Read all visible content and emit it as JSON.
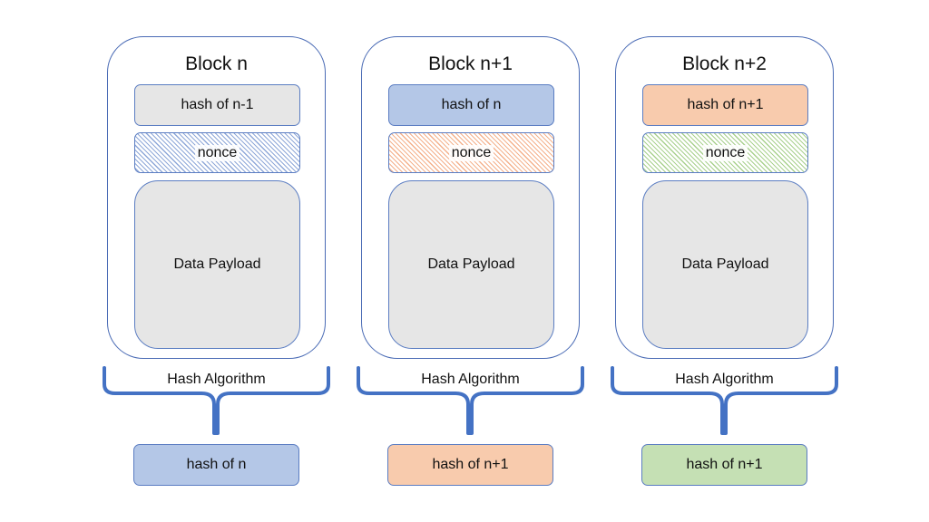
{
  "blocks": [
    {
      "title": "Block n",
      "prev_hash": "hash of n-1",
      "nonce": "nonce",
      "payload": "Data Payload"
    },
    {
      "title": "Block n+1",
      "prev_hash": "hash of n",
      "nonce": "nonce",
      "payload": "Data Payload"
    },
    {
      "title": "Block n+2",
      "prev_hash": "hash of n+1",
      "nonce": "nonce",
      "payload": "Data Payload"
    }
  ],
  "algorithm_label": "Hash Algorithm",
  "outputs": [
    "hash of n",
    "hash of n+1",
    "hash of n+1"
  ],
  "colors": {
    "outline": "#4472c4",
    "gray": "#e6e6e6",
    "blue": "#b4c7e7",
    "orange": "#f8cbad",
    "green": "#c5e0b4"
  }
}
